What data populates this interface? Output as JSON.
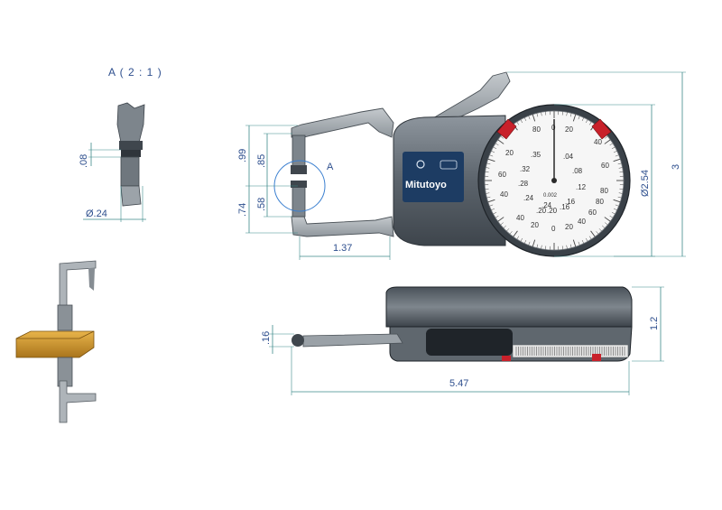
{
  "detail": {
    "title": "A ( 2 : 1 )"
  },
  "callout": {
    "label": "A"
  },
  "brand": {
    "name": "Mitutoyo"
  },
  "dimensions": {
    "detail_tip_thickness": ".08",
    "detail_tip_diameter": "Ø.24",
    "jaw_total": ".99",
    "jaw_upper": ".85",
    "jaw_lower": ".58",
    "jaw_lower_total": ".74",
    "jaw_reach": "1.37",
    "dial_diameter": "Ø2.54",
    "overall_height": "3",
    "tip_diameter_side": ".16",
    "body_thickness": "1.2",
    "overall_length": "5.47"
  },
  "dial": {
    "outer_top": [
      "80",
      "0",
      "20"
    ],
    "outer_left": [
      "60",
      "40",
      "20"
    ],
    "outer_right": [
      "40",
      "60",
      "80"
    ],
    "outer_bottom": [
      "40",
      "20",
      "0",
      "20",
      "40",
      "60",
      "80"
    ],
    "inner_left": [
      ".35",
      ".32",
      ".28",
      ".24",
      ".20"
    ],
    "inner_right": [
      ".04",
      ".08",
      ".12",
      ".16"
    ],
    "inner_bottom": [
      ".24",
      ".20",
      ".16"
    ],
    "center_label": "0.002"
  }
}
